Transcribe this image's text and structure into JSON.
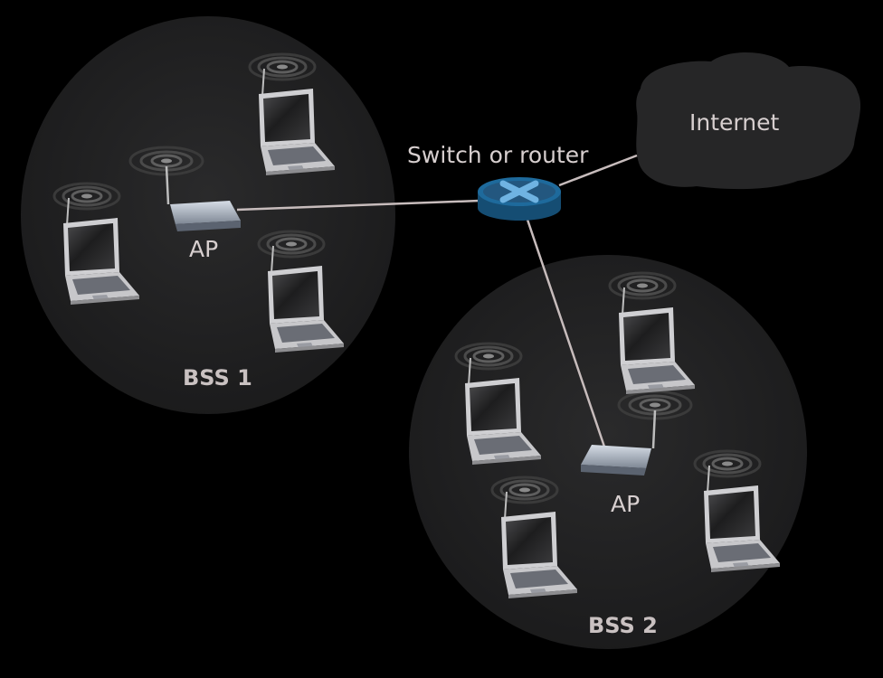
{
  "labels": {
    "internet": "Internet",
    "switch": "Switch or router",
    "ap1": "AP",
    "ap2": "AP",
    "bss1": "BSS 1",
    "bss2": "BSS 2"
  },
  "colors": {
    "background": "#000000",
    "bss_region": "#1e1e1f",
    "cloud": "#242425",
    "link": "#c7bcbc",
    "label_text": "#d7cfcf",
    "router_blue": "#1a5f8f",
    "router_x": "#4a92c2"
  },
  "icons": {
    "router": "switch-router-icon",
    "access_point": "wireless-ap-icon",
    "host": "wireless-laptop-icon",
    "cloud": "internet-cloud-icon"
  }
}
